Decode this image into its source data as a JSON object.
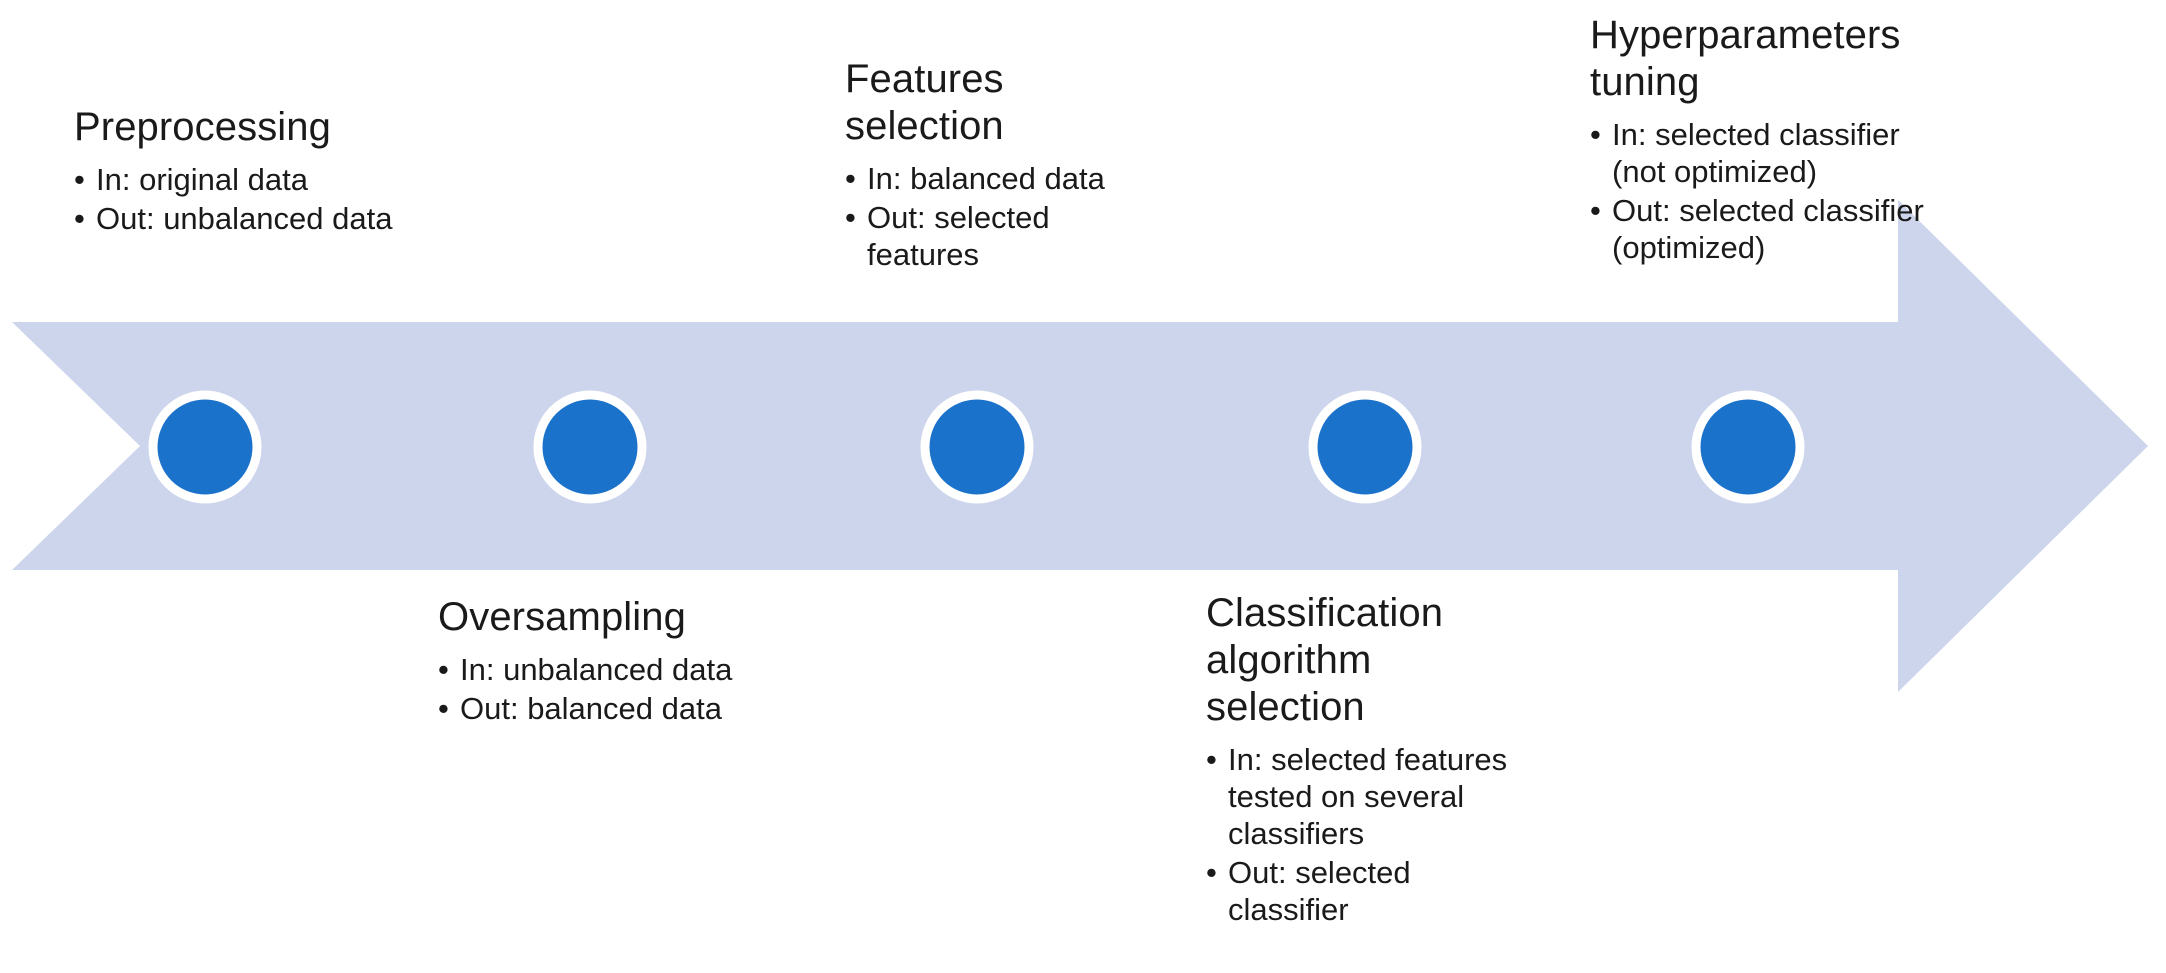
{
  "diagram": {
    "type": "process-arrow",
    "title": "Machine learning pipeline stages",
    "colors": {
      "arrow_fill": "#ccd5ec",
      "node_fill": "#1b72cb",
      "node_ring": "#ffffff",
      "background": "#ffffff",
      "text": "#1a1a1a"
    },
    "bullet_glyph": "•",
    "stages": [
      {
        "index": 1,
        "title": "Preprocessing",
        "position": "above",
        "bullets": [
          "In: original data",
          "Out: unbalanced data"
        ]
      },
      {
        "index": 2,
        "title": "Oversampling",
        "position": "below",
        "bullets": [
          "In: unbalanced data",
          "Out: balanced data"
        ]
      },
      {
        "index": 3,
        "title": "Features selection",
        "position": "above",
        "bullets": [
          "In: balanced data",
          "Out: selected features"
        ]
      },
      {
        "index": 4,
        "title": "Classification algorithm selection",
        "position": "below",
        "bullets": [
          "In: selected features tested on several classifiers",
          "Out: selected classifier"
        ]
      },
      {
        "index": 5,
        "title": "Hyperparameters tuning",
        "position": "above",
        "bullets": [
          "In: selected classifier (not optimized)",
          "Out: selected classifier (optimized)"
        ]
      }
    ]
  }
}
